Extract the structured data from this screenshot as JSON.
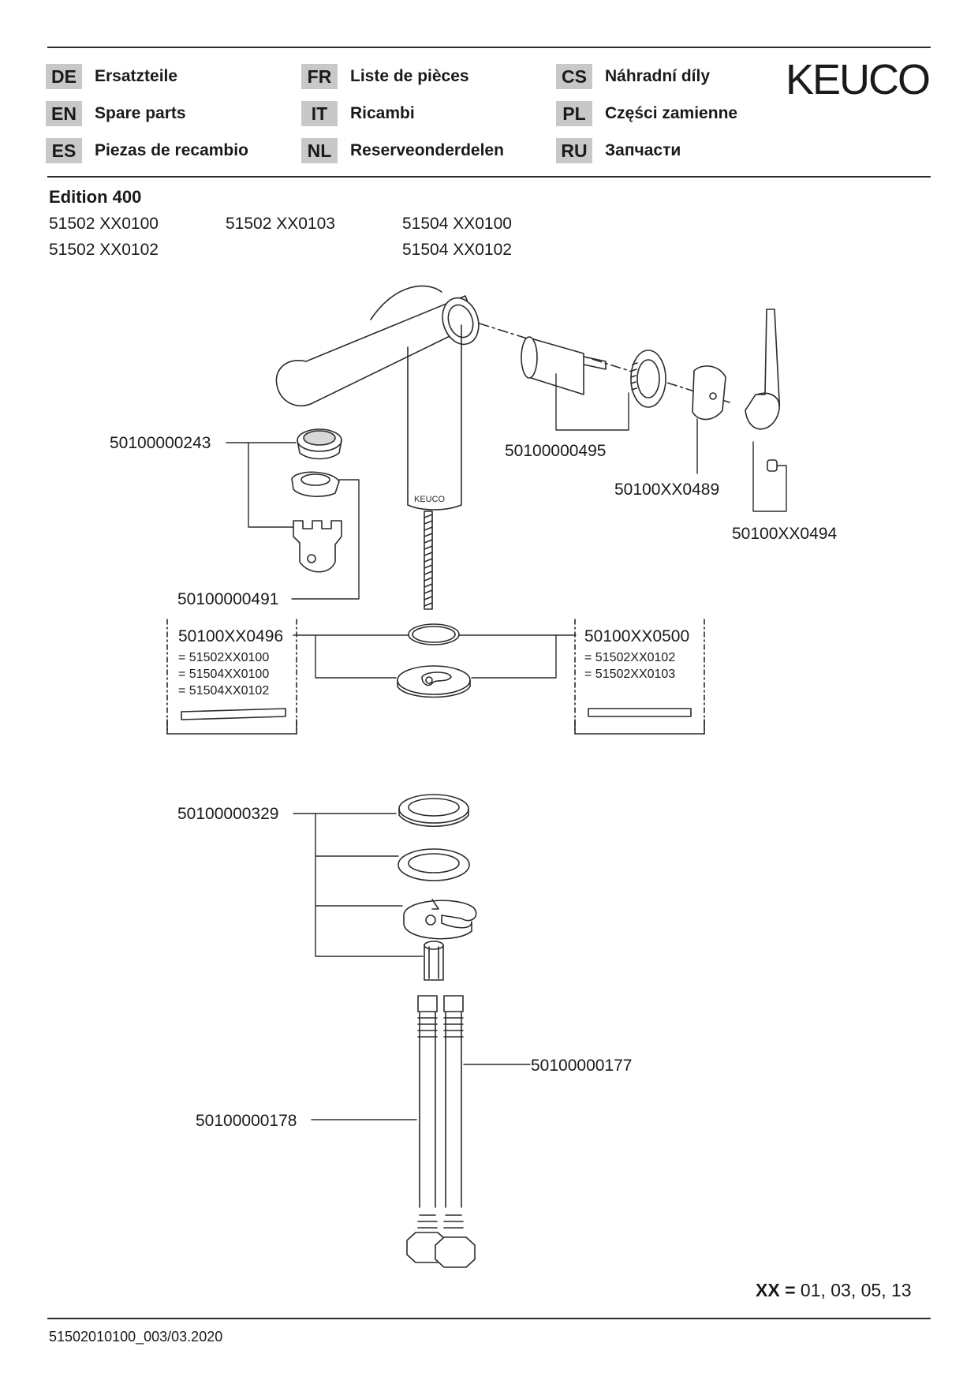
{
  "languages": [
    {
      "code": "DE",
      "label": "Ersatzteile"
    },
    {
      "code": "FR",
      "label": "Liste de pièces"
    },
    {
      "code": "CS",
      "label": "Náhradní díly"
    },
    {
      "code": "EN",
      "label": "Spare parts"
    },
    {
      "code": "IT",
      "label": "Ricambi"
    },
    {
      "code": "PL",
      "label": "Części zamienne"
    },
    {
      "code": "ES",
      "label": "Piezas de recambio"
    },
    {
      "code": "NL",
      "label": "Reserveonderdelen"
    },
    {
      "code": "RU",
      "label": "Запчасти"
    }
  ],
  "brand": "KEUCO",
  "product": {
    "title": "Edition 400",
    "models": [
      "51502 XX0100",
      "51502 XX0103",
      "51504 XX0100",
      "51502 XX0102",
      "51504 XX0102"
    ]
  },
  "parts": {
    "aerator": "50100000243",
    "cartridge": "50100000495",
    "cover_cap": "50100XX0489",
    "grub_screw": "50100XX0494",
    "aerator_key": "50100000491",
    "base_plate_a": "50100XX0496",
    "base_plate_b": "50100XX0500",
    "fixing_set": "50100000329",
    "hose_177": "50100000177",
    "hose_178": "50100000178"
  },
  "variants": {
    "a": [
      "= 51502XX0100",
      "= 51504XX0100",
      "= 51504XX0102"
    ],
    "b": [
      "= 51502XX0102",
      "= 51502XX0103"
    ]
  },
  "body_marking": "KEUCO",
  "xx_note": {
    "key": "XX =",
    "value": " 01, 03, 05, 13"
  },
  "doc_id": "51502010100_003/03.2020"
}
